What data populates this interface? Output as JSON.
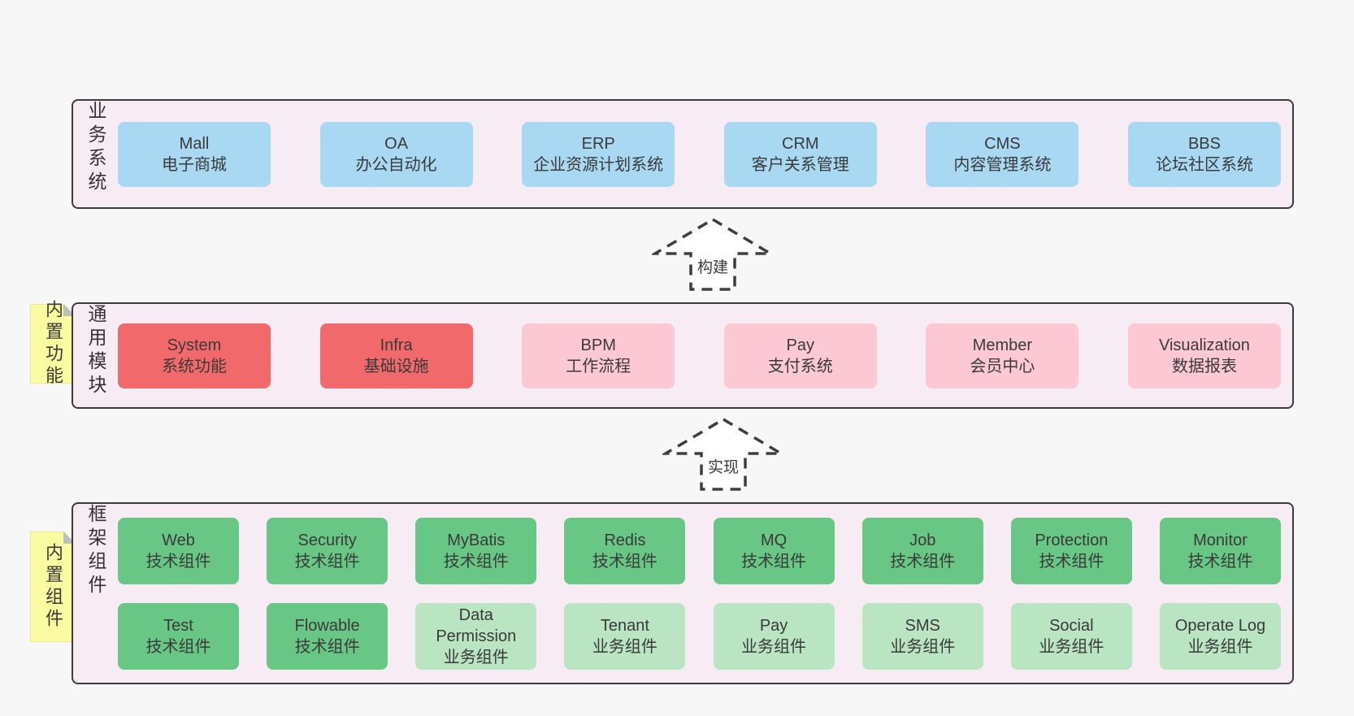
{
  "arrows": [
    {
      "label": "构建"
    },
    {
      "label": "实现"
    }
  ],
  "stickies": [
    {
      "label": "内置功能"
    },
    {
      "label": "内置组件"
    }
  ],
  "colors": {
    "page_bg": "#f7f7f7",
    "band_bg": "#f7ecf4",
    "band_border": "#3b3b3b",
    "blue": "#a8d8f2",
    "red": "#f2696b",
    "pink": "#fbc8d3",
    "green": "#68c785",
    "lightgreen": "#b9e5c3",
    "sticky": "#fbfba1"
  },
  "bands": [
    {
      "label": "业务系统",
      "rows": [
        [
          {
            "en": "Mall",
            "zh": "电子商城",
            "type": "blue"
          },
          {
            "en": "OA",
            "zh": "办公自动化",
            "type": "blue"
          },
          {
            "en": "ERP",
            "zh": "企业资源计划系统",
            "type": "blue"
          },
          {
            "en": "CRM",
            "zh": "客户关系管理",
            "type": "blue"
          },
          {
            "en": "CMS",
            "zh": "内容管理系统",
            "type": "blue"
          },
          {
            "en": "BBS",
            "zh": "论坛社区系统",
            "type": "blue"
          }
        ]
      ]
    },
    {
      "label": "通用模块",
      "rows": [
        [
          {
            "en": "System",
            "zh": "系统功能",
            "type": "red"
          },
          {
            "en": "Infra",
            "zh": "基础设施",
            "type": "red"
          },
          {
            "en": "BPM",
            "zh": "工作流程",
            "type": "pink"
          },
          {
            "en": "Pay",
            "zh": "支付系统",
            "type": "pink"
          },
          {
            "en": "Member",
            "zh": "会员中心",
            "type": "pink"
          },
          {
            "en": "Visualization",
            "zh": "数据报表",
            "type": "pink"
          }
        ]
      ]
    },
    {
      "label": "框架组件",
      "rows": [
        [
          {
            "en": "Web",
            "zh": "技术组件",
            "type": "green"
          },
          {
            "en": "Security",
            "zh": "技术组件",
            "type": "green"
          },
          {
            "en": "MyBatis",
            "zh": "技术组件",
            "type": "green"
          },
          {
            "en": "Redis",
            "zh": "技术组件",
            "type": "green"
          },
          {
            "en": "MQ",
            "zh": "技术组件",
            "type": "green"
          },
          {
            "en": "Job",
            "zh": "技术组件",
            "type": "green"
          },
          {
            "en": "Protection",
            "zh": "技术组件",
            "type": "green"
          },
          {
            "en": "Monitor",
            "zh": "技术组件",
            "type": "green"
          }
        ],
        [
          {
            "en": "Test",
            "zh": "技术组件",
            "type": "green"
          },
          {
            "en": "Flowable",
            "zh": "技术组件",
            "type": "green"
          },
          {
            "en": "Data Permission",
            "zh": "业务组件",
            "type": "lightgreen"
          },
          {
            "en": "Tenant",
            "zh": "业务组件",
            "type": "lightgreen"
          },
          {
            "en": "Pay",
            "zh": "业务组件",
            "type": "lightgreen"
          },
          {
            "en": "SMS",
            "zh": "业务组件",
            "type": "lightgreen"
          },
          {
            "en": "Social",
            "zh": "业务组件",
            "type": "lightgreen"
          },
          {
            "en": "Operate Log",
            "zh": "业务组件",
            "type": "lightgreen"
          }
        ]
      ]
    }
  ]
}
